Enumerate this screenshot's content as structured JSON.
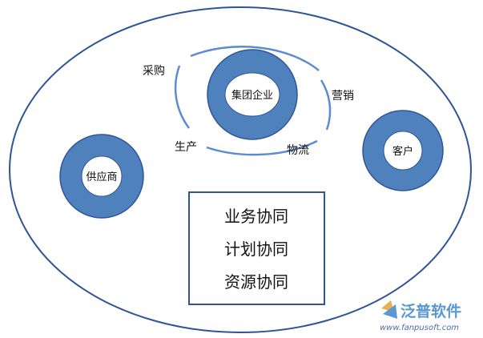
{
  "colors": {
    "ring_fill": "#4f81bd",
    "ring_stroke": "#2f5597",
    "outline": "#2f5597",
    "arc": "#5b8bd0",
    "logo_orange": "#e8a33a",
    "logo_blue": "#3f86c8"
  },
  "center_node": {
    "label": "集团企业"
  },
  "left_node": {
    "label": "供应商"
  },
  "right_node": {
    "label": "客户"
  },
  "orbit_labels": {
    "purchase": "采购",
    "marketing": "营销",
    "production": "生产",
    "logistics": "物流"
  },
  "collaboration_box": {
    "items": [
      "业务协同",
      "计划协同",
      "资源协同"
    ]
  },
  "watermark": {
    "brand": "泛普软件",
    "url": "www.fanpusoft.com",
    "icon": "fanpu-logo-icon"
  }
}
